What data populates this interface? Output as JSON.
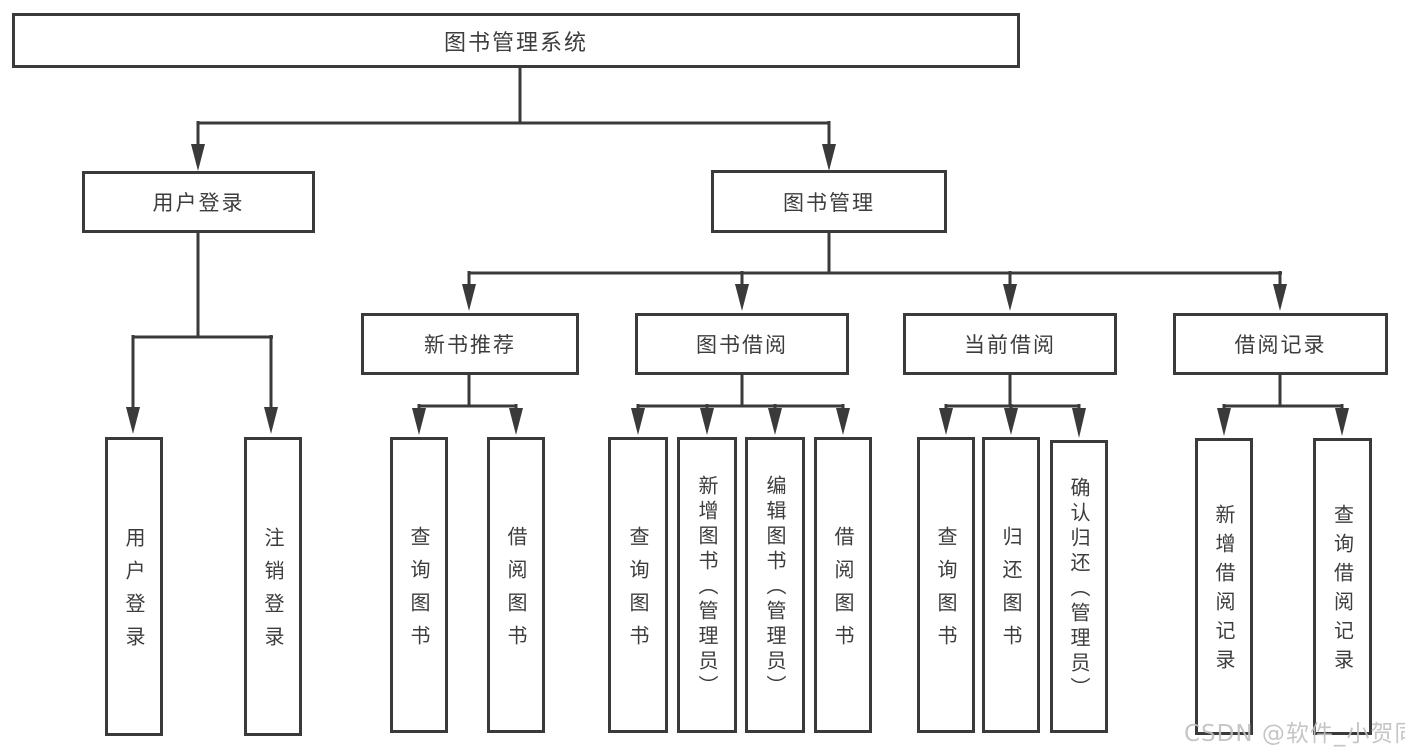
{
  "tree": {
    "root": {
      "label": "图书管理系统"
    },
    "branches": [
      {
        "label": "用户登录",
        "children": [
          {
            "label": "用户登录"
          },
          {
            "label": "注销登录"
          }
        ]
      },
      {
        "label": "图书管理",
        "children": [
          {
            "label": "新书推荐",
            "children": [
              {
                "label": "查询图书"
              },
              {
                "label": "借阅图书"
              }
            ]
          },
          {
            "label": "图书借阅",
            "children": [
              {
                "label": "查询图书"
              },
              {
                "label": "新增图书（管理员）"
              },
              {
                "label": "编辑图书（管理员）"
              },
              {
                "label": "借阅图书"
              }
            ]
          },
          {
            "label": "当前借阅",
            "children": [
              {
                "label": "查询图书"
              },
              {
                "label": "归还图书"
              },
              {
                "label": "确认归还（管理员）"
              }
            ]
          },
          {
            "label": "借阅记录",
            "children": [
              {
                "label": "新增借阅记录"
              },
              {
                "label": "查询借阅记录"
              }
            ]
          }
        ]
      }
    ]
  },
  "watermark": {
    "text": "CSDN @软件_小贺同学"
  },
  "colors": {
    "line": "#3a3a3a",
    "box_border": "#3a3a3a",
    "box_fill": "#ffffff",
    "text": "#3d3d3d",
    "watermark": "#c1c0c0"
  }
}
